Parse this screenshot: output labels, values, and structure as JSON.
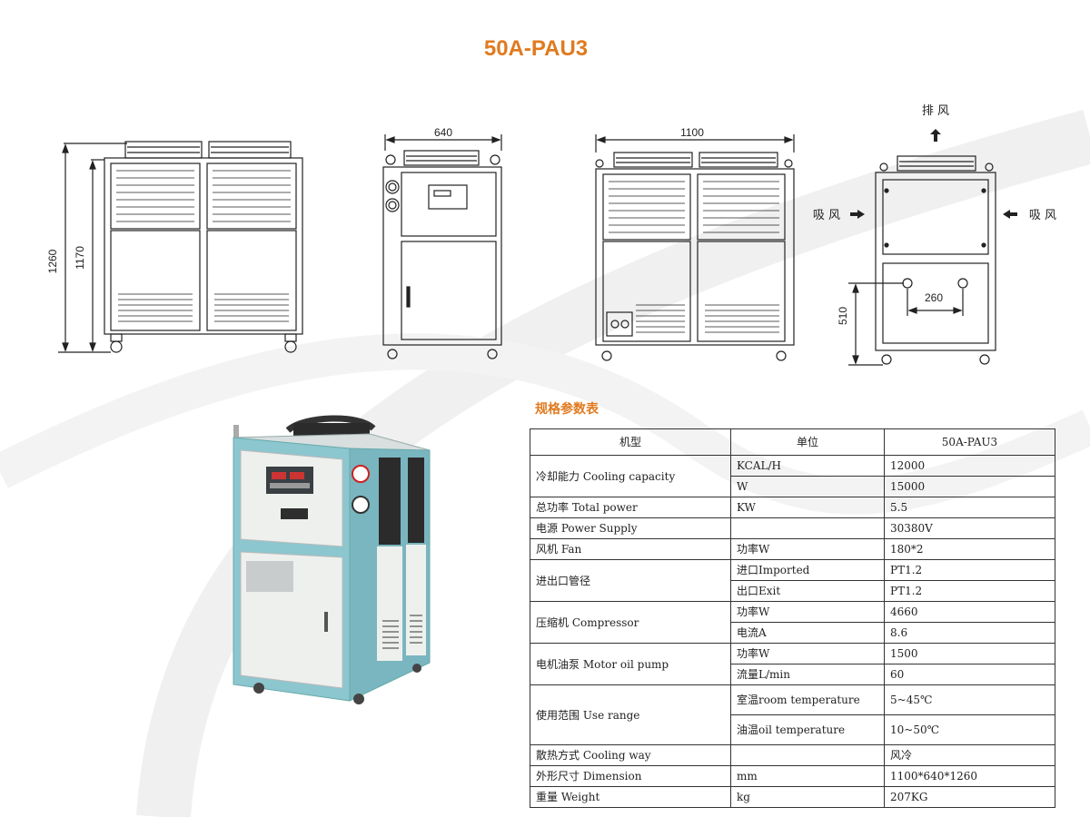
{
  "title": "50A-PAU3",
  "drawings": {
    "side_view": {
      "height_total": "1260",
      "height_body": "1170"
    },
    "front_view": {
      "width": "640"
    },
    "back_view": {
      "width": "1100"
    },
    "airflow_view": {
      "exhaust_label": "排 风",
      "intake_left_label": "吸 风",
      "intake_right_label": "吸 风",
      "pipe_spacing": "260",
      "pipe_height": "510"
    }
  },
  "spec": {
    "heading": "规格参数表",
    "columns": [
      "机型",
      "单位",
      "50A-PAU3"
    ],
    "rows": {
      "cooling_capacity": {
        "label": "冷却能力 Cooling capacity",
        "kcal_unit": "KCAL/H",
        "kcal_value": "12000",
        "w_unit": "W",
        "w_value": "15000"
      },
      "total_power": {
        "label": "总功率 Total power",
        "unit": "KW",
        "value": "5.5"
      },
      "power_supply": {
        "label": "电源 Power Supply",
        "unit": "",
        "value": "30380V"
      },
      "fan": {
        "label": "风机 Fan",
        "unit": "功率W",
        "value": "180*2"
      },
      "pipe": {
        "label": "进出口管径",
        "in_unit": "进口Imported",
        "in_value": "PT1.2",
        "out_unit": "出口Exit",
        "out_value": "PT1.2"
      },
      "compressor": {
        "label": "压缩机 Compressor",
        "power_unit": "功率W",
        "power_value": "4660",
        "current_unit": "电流A",
        "current_value": "8.6"
      },
      "oil_pump": {
        "label": "电机油泵 Motor oil pump",
        "power_unit": "功率W",
        "power_value": "1500",
        "flow_unit": "流量L/min",
        "flow_value": "60"
      },
      "use_range": {
        "label": "使用范围 Use range",
        "room_unit": "室温room temperature",
        "room_value": "5~45℃",
        "oil_unit": "油温oil temperature",
        "oil_value": "10~50℃"
      },
      "cooling_way": {
        "label": "散热方式 Cooling way",
        "unit": "",
        "value": "风冷"
      },
      "dimension": {
        "label": "外形尺寸 Dimension",
        "unit": "mm",
        "value": "1100*640*1260"
      },
      "weight": {
        "label": "重量 Weight",
        "unit": "kg",
        "value": "207KG"
      }
    }
  },
  "colors": {
    "accent": "#e07a1f",
    "cabinet_blue": "#8cc6cf",
    "panel_white": "#eef0ee"
  }
}
